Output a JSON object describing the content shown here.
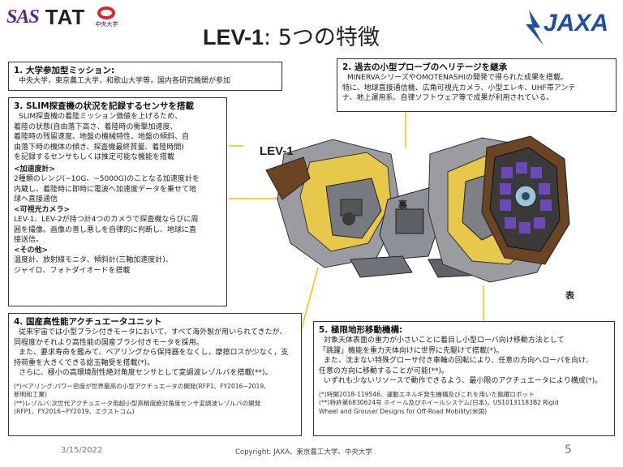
{
  "logos": {
    "sas": "SAS",
    "tat": "TAT",
    "chuo": "中央大学",
    "jaxa": "JAXA"
  },
  "title": {
    "main": "LEV-1",
    "sub": ": 5つの特徴"
  },
  "figure": {
    "lev1_label": "LEV-1",
    "ura_label": "裏",
    "omote_label": "表"
  },
  "colors": {
    "leader_line": "#f2c200",
    "panel_gold": "#e8c84a",
    "shell_grey": "#8d9096",
    "solar_purple": "#6b4ab5",
    "lid_brown": "#6b4423",
    "jaxa_blue": "#1e4fa3"
  },
  "box1": {
    "heading": "1. 大学参加型ミッション:",
    "lines": [
      "中央大学，東京農工大学，和歌山大学等，国内各研究機関が参加"
    ]
  },
  "box2": {
    "heading": "2. 過去の小型プローブのヘリテージを継承",
    "lines": [
      "MINERVAシリーズやOMOTENASHIの開発で得られた成果を搭載。",
      "特に、地球直接通信機、広角可視光カメラ、小型エレキ、UHF帯アンテ",
      "ナ、地上運用系、自律ソフトウェア等で成果が利用されている。"
    ]
  },
  "box3": {
    "heading": "3. SLIM探査機の状況を記録するセンサを搭載",
    "lines": [
      "SLIM探査機の着陸ミッション価値を上げるため、",
      "着陸の状態(自由落下高さ、着陸時の衝撃加速度、",
      "着陸時の残留速度、地盤の機械特性、地盤の傾斜、自",
      "由落下時の機体の傾き、探査機最終質量、着陸時間)",
      "を記録するセンサもしくは推定可能な機能を搭載"
    ],
    "accel_heading": "<加速度計>",
    "accel_lines": [
      "2種類のレンジ(~10G、~5000G)のことなる加速度計を",
      "内蔵し、着陸時に即時に電波へ加速度データを乗せて地",
      "球へ直接通信"
    ],
    "camera_heading": "<可視光カメラ>",
    "camera_lines": [
      "LEV-1、LEV-2が持つ計4つのカメラで探査機ならびに周",
      "囲を撮像。画像の善し悪しを自律的に判断し、地球に直",
      "接送信。"
    ],
    "other_heading": "<その他>",
    "other_lines": [
      "温度計、放射線モニタ、傾斜計(三軸加速度計)、",
      "ジャイロ、フォトダイオードを搭載"
    ]
  },
  "box4": {
    "heading": "4. 国産高性能アクチュエータユニット",
    "lines": [
      "従来宇宙では小型ブラシ付きモータにおいて、すべて海外製が用いられてきたが、",
      "同程度かそれより高性能の国産ブラシ付きモータを採用。",
      "また、要求寿命を鑑みて、ベアリングから保持器をなくし，摩擦ロスが少なく，支",
      "持荷重を大きくできる総玉軸受を搭載(*)。",
      "さらに、極小の高環境耐性絶対角度センサとして変調波レゾルバを搭載(**)。"
    ],
    "notes": [
      "(*)ベアリング:パワー密度が世界最高の小型アクチュエータの開発(RFP1、FY2016~2019、",
      "新明和工業)",
      "(**)レゾルバ:次世代アクチュエータ用超小型高精度絶対角度センサ変調波レゾルバの開発",
      "(RFP1、FY2016~FY2019、エクストコム)"
    ]
  },
  "box5": {
    "heading": "5. 極限地形移動機構:",
    "lines": [
      "対象天体表面の重力が小さいことに着目し小型ローバ向け移動方法として",
      "「跳躍」機能を重力天体向けに世界に先駆けて搭載(*)。",
      "また、沈まない特殊グローサ付き車輪の回転により、任意の方向へローバを向け、",
      "任意の方向に移動することが可能(**)。",
      "いずれも少ないリソースで動作できるよう、最小限のアクチュエータにより構成(*)。"
    ],
    "notes": [
      "(*)特開2018-119546、運動エネルギ発生機構及びこれを用いた跳躍ロボット",
      "(**)特許第6830624号 ホイール及びホイールシステム(日本)、US10131183B2 Rigid",
      "Wheel and Grouser Designs for Off-Road Mobility(米国)"
    ]
  },
  "footer": {
    "date": "3/15/2022",
    "copyright": "Copyright: JAXA、東京農工大学、中央大学",
    "page": "5"
  }
}
